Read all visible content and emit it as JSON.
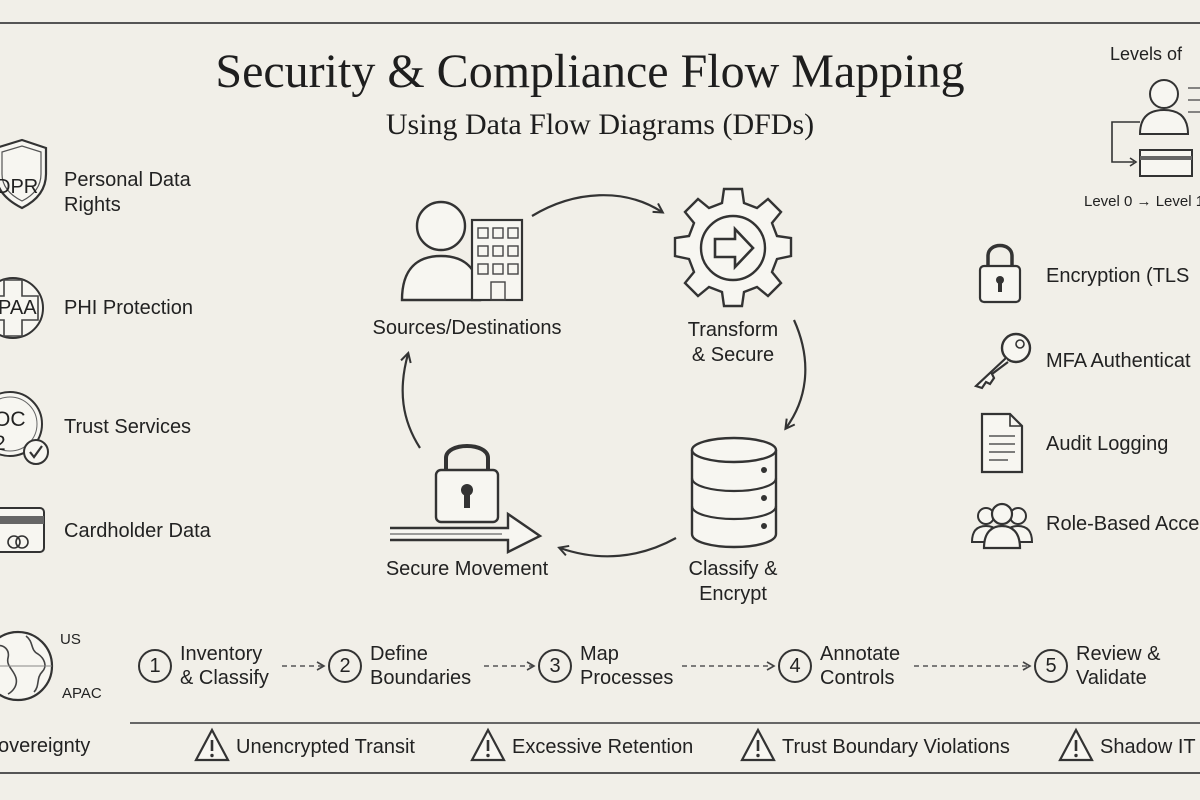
{
  "header": {
    "title": "Security & Compliance Flow Mapping",
    "subtitle": "Using Data Flow Diagrams (DFDs)"
  },
  "compliance": [
    {
      "badge": "DPR",
      "label_lines": [
        "Personal Data",
        "Rights"
      ],
      "icon": "shield-icon"
    },
    {
      "badge": "PAA",
      "label_lines": [
        "PHI Protection"
      ],
      "icon": "medical-cross-icon"
    },
    {
      "badge": "OC 2",
      "label_lines": [
        "Trust Services"
      ],
      "icon": "certificate-seal-icon"
    },
    {
      "badge": "",
      "label_lines": [
        "Cardholder Data"
      ],
      "icon": "credit-card-icon"
    }
  ],
  "cycle": {
    "sources": "Sources/Destinations",
    "transform_lines": [
      "Transform",
      "& Secure"
    ],
    "classify_lines": [
      "Classify &",
      "Encrypt"
    ],
    "movement": "Secure Movement"
  },
  "levels": {
    "title": "Levels of",
    "caption": "Level 0 → Level 1"
  },
  "controls": [
    {
      "label": "Encryption (TLS",
      "icon": "padlock-icon"
    },
    {
      "label": "MFA Authenticat",
      "icon": "key-icon"
    },
    {
      "label": "Audit Logging",
      "icon": "document-icon"
    },
    {
      "label": "Role-Based Acce",
      "icon": "users-group-icon"
    }
  ],
  "sovereignty": {
    "regions": [
      "US",
      "APAC"
    ],
    "label": "overeignty"
  },
  "steps": [
    {
      "num": "1",
      "lines": [
        "Inventory",
        "& Classify"
      ]
    },
    {
      "num": "2",
      "lines": [
        "Define",
        "Boundaries"
      ]
    },
    {
      "num": "3",
      "lines": [
        "Map",
        "Processes"
      ]
    },
    {
      "num": "4",
      "lines": [
        "Annotate",
        "Controls"
      ]
    },
    {
      "num": "5",
      "lines": [
        "Review &",
        "Validate"
      ]
    }
  ],
  "risks": [
    {
      "label": "Unencrypted Transit"
    },
    {
      "label": "Excessive Retention"
    },
    {
      "label": "Trust Boundary Violations"
    },
    {
      "label": "Shadow IT"
    }
  ]
}
